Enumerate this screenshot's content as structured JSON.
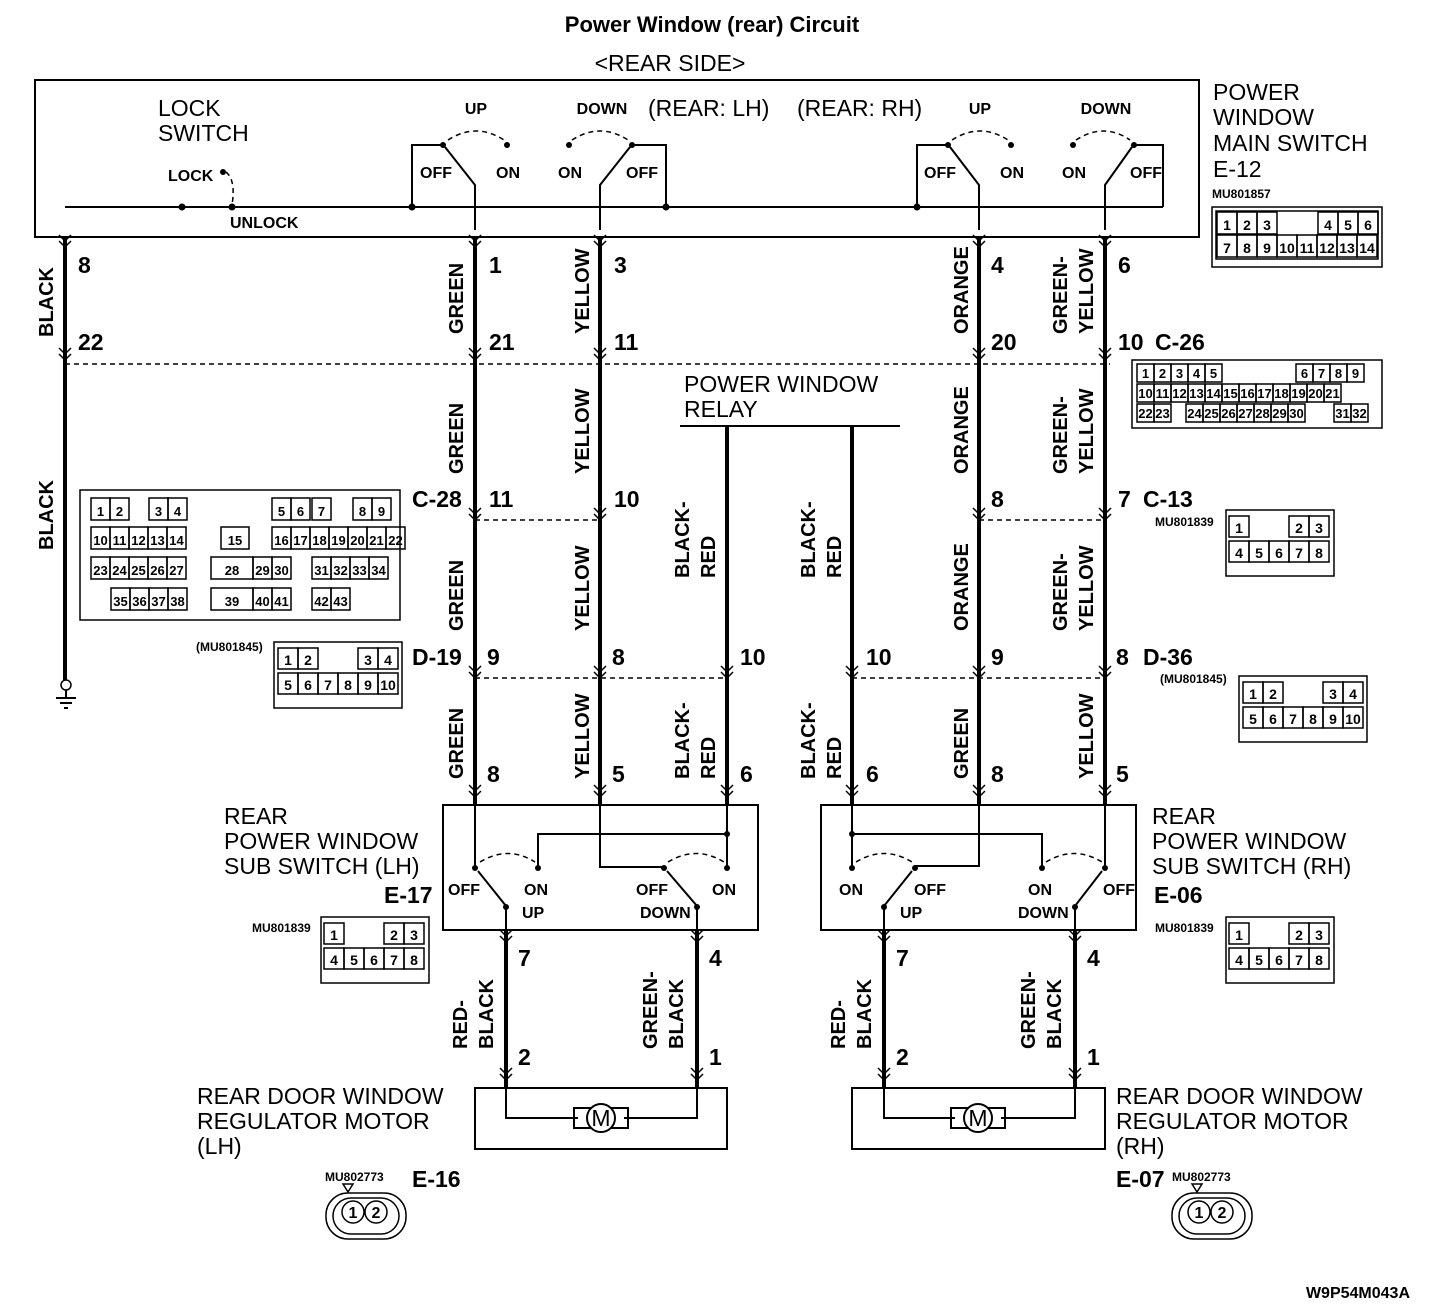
{
  "title": "Power Window (rear) Circuit",
  "subtitle": "<REAR SIDE>",
  "main_switch": {
    "label_lines": [
      "POWER",
      "WINDOW",
      "MAIN SWITCH"
    ],
    "code": "E-12",
    "part_no": "MU801857",
    "lock_switch_lines": [
      "LOCK",
      "SWITCH"
    ],
    "lock": "LOCK",
    "unlock": "UNLOCK",
    "rear_lh": "(REAR: LH)",
    "rear_rh": "(REAR: RH)",
    "up": "UP",
    "down": "DOWN",
    "on": "ON",
    "off": "OFF",
    "pins": [
      "1",
      "2",
      "3",
      "4",
      "5",
      "6",
      "7",
      "8",
      "9",
      "10",
      "11",
      "12",
      "13",
      "14"
    ]
  },
  "connectors": {
    "c26": {
      "code": "C-26",
      "pins": [
        "1",
        "2",
        "3",
        "4",
        "5",
        "6",
        "7",
        "8",
        "9",
        "10",
        "11",
        "12",
        "13",
        "14",
        "15",
        "16",
        "17",
        "18",
        "19",
        "20",
        "21",
        "22",
        "23",
        "24",
        "25",
        "26",
        "27",
        "28",
        "29",
        "30",
        "31",
        "32"
      ]
    },
    "c28": {
      "code": "C-28",
      "pins": [
        "1",
        "2",
        "3",
        "4",
        "5",
        "6",
        "7",
        "8",
        "9",
        "10",
        "11",
        "12",
        "13",
        "14",
        "15",
        "16",
        "17",
        "18",
        "19",
        "20",
        "21",
        "22",
        "23",
        "24",
        "25",
        "26",
        "27",
        "28",
        "29",
        "30",
        "31",
        "32",
        "33",
        "34",
        "35",
        "36",
        "37",
        "38",
        "39",
        "40",
        "41",
        "42",
        "43"
      ]
    },
    "c13": {
      "code": "C-13",
      "part_no": "MU801839",
      "pins": [
        "1",
        "2",
        "3",
        "4",
        "5",
        "6",
        "7",
        "8"
      ]
    },
    "d19": {
      "code": "D-19",
      "part_no": "(MU801845)",
      "pins": [
        "1",
        "2",
        "3",
        "4",
        "5",
        "6",
        "7",
        "8",
        "9",
        "10"
      ]
    },
    "d36": {
      "code": "D-36",
      "part_no": "(MU801845)",
      "pins": [
        "1",
        "2",
        "3",
        "4",
        "5",
        "6",
        "7",
        "8",
        "9",
        "10"
      ]
    },
    "e17": {
      "code": "E-17",
      "part_no": "MU801839",
      "pins": [
        "1",
        "2",
        "3",
        "4",
        "5",
        "6",
        "7",
        "8"
      ]
    },
    "e06": {
      "code": "E-06",
      "part_no": "MU801839",
      "pins": [
        "1",
        "2",
        "3",
        "4",
        "5",
        "6",
        "7",
        "8"
      ]
    },
    "e16": {
      "code": "E-16",
      "part_no": "MU802773",
      "pins": [
        "1",
        "2"
      ]
    },
    "e07": {
      "code": "E-07",
      "part_no": "MU802773",
      "pins": [
        "1",
        "2"
      ]
    }
  },
  "relay": {
    "label_lines": [
      "POWER WINDOW",
      "RELAY"
    ]
  },
  "wires": {
    "black": "BLACK",
    "green": "GREEN",
    "yellow": "YELLOW",
    "orange": "ORANGE",
    "green_yellow": [
      "GREEN-",
      "YELLOW"
    ],
    "black_red": [
      "BLACK-",
      "RED"
    ],
    "red_black": [
      "RED-",
      "BLACK"
    ],
    "green_black": [
      "GREEN-",
      "BLACK"
    ]
  },
  "pin_numbers": {
    "row1": [
      "8",
      "1",
      "3",
      "4",
      "6"
    ],
    "row2": [
      "22",
      "21",
      "11",
      "20",
      "10"
    ],
    "row3": [
      "11",
      "10",
      "8",
      "7"
    ],
    "row4": [
      "9",
      "8",
      "10",
      "10",
      "9",
      "8"
    ],
    "row5": [
      "8",
      "5",
      "6",
      "6",
      "8",
      "5"
    ],
    "row6": [
      "7",
      "4",
      "7",
      "4"
    ],
    "row7": [
      "2",
      "1",
      "2",
      "1"
    ]
  },
  "sub_switch_lh": {
    "label_lines": [
      "REAR",
      "POWER WINDOW",
      "SUB SWITCH (LH)"
    ],
    "off": "OFF",
    "on": "ON",
    "up": "UP",
    "down": "DOWN"
  },
  "sub_switch_rh": {
    "label_lines": [
      "REAR",
      "POWER WINDOW",
      "SUB SWITCH (RH)"
    ],
    "off": "OFF",
    "on": "ON",
    "up": "UP",
    "down": "DOWN"
  },
  "motor_lh": {
    "label_lines": [
      "REAR DOOR WINDOW",
      "REGULATOR MOTOR",
      "(LH)"
    ],
    "symbol": "M"
  },
  "motor_rh": {
    "label_lines": [
      "REAR DOOR WINDOW",
      "REGULATOR MOTOR",
      "(RH)"
    ],
    "symbol": "M"
  },
  "figure_code": "W9P54M043A"
}
